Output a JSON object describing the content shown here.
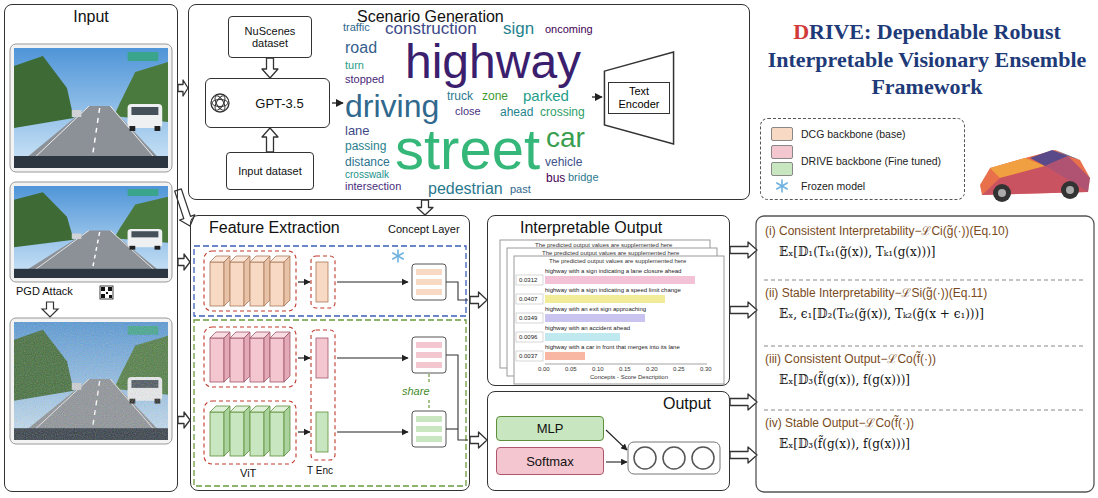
{
  "diagram": {
    "title": "DRIVE: Dependable Robust Interpretable Visionary Ensemble Framework",
    "nodes": [
      {
        "text": [
          "Input"
        ]
      },
      {
        "text": [
          "Scenario Generation"
        ]
      },
      {
        "text": [
          "NuScenes dataset"
        ],
        "in": 1
      },
      {
        "text": [
          "GPT-3.5"
        ],
        "in": 1
      },
      {
        "text": [
          "Input dataset"
        ],
        "in": 1
      },
      {
        "text": [
          "Text Encoder"
        ],
        "in": 1
      },
      {
        "text": [
          "Feature Extraction"
        ]
      },
      {
        "text": [
          "Interpretable Output"
        ]
      },
      {
        "text": [
          "Output"
        ]
      },
      {
        "text": [
          "MLP"
        ],
        "in": 8
      },
      {
        "text": [
          "Softmax"
        ],
        "in": 8
      },
      {
        "text": [
          "(i) Consistent Interpretability−ℒCi(g̃(·))(Eq.10)",
          "𝔼ₓ[𝔻₁(Tₖ₁(g̃(x)), Tₖ₁(g(x)))]"
        ]
      },
      {
        "text": [
          "(ii) Stable Interpretability−ℒSi(g̃(·))(Eq.11)",
          "𝔼ₓ, ϵ₁[𝔻₂(Tₖ₂(g̃(x)), Tₖ₂(g̃(x + ϵ₁)))]"
        ]
      },
      {
        "text": [
          "(iii) Consistent Output−ℒCo(f̃(·))",
          "𝔼ₓ[𝔻₃(f̃(g(x)), f(g(x)))]"
        ]
      },
      {
        "text": [
          "(iv) Stable Output−ℒCo(f̃(·))",
          "𝔼ₓ[𝔻₃(f̃(g(x)), f(g(x)))]"
        ]
      }
    ],
    "edges": [
      {
        "from": 0,
        "to": 1,
        "arrow": "to"
      },
      {
        "from": 0,
        "to": 6,
        "arrow": "to"
      },
      {
        "from": 0,
        "to": 6,
        "arrow": "to"
      },
      {
        "from": 0,
        "to": 6,
        "arrow": "to"
      },
      {
        "from": 2,
        "to": 3,
        "arrow": "to"
      },
      {
        "from": 4,
        "to": 3,
        "arrow": "to"
      },
      {
        "from": 1,
        "to": 6,
        "arrow": "to"
      },
      {
        "from": 6,
        "to": 7,
        "arrow": "to"
      },
      {
        "from": 6,
        "to": 8,
        "arrow": "to"
      },
      {
        "from": 7,
        "to": 11,
        "arrow": "to"
      },
      {
        "from": 7,
        "to": 12,
        "arrow": "to"
      },
      {
        "from": 8,
        "to": 13,
        "arrow": "to"
      },
      {
        "from": 8,
        "to": 14,
        "arrow": "to"
      }
    ],
    "labels": [
      "Concept Layer",
      "ViT",
      "T Enc",
      "share",
      "PGD Attack",
      "construction",
      "sign",
      "oncoming",
      "traffic",
      "road",
      "turn",
      "stopped",
      "highway",
      "driving",
      "truck",
      "zone",
      "parked",
      "close",
      "ahead",
      "crossing",
      "lane",
      "street",
      "car",
      "passing",
      "distance",
      "vehicle",
      "crosswalk",
      "bus",
      "bridge",
      "intersection",
      "pedestrian",
      "past",
      "The predicted output values are supplemented here",
      "The predicted output values are supplemented here",
      "The predicted output values are supplemented here",
      "highway with a sign indicating a lane closure ahead",
      "0.0312",
      "highway with a sign indicating a speed limit change",
      "0.0407",
      "highway with an exit sign approaching",
      "0.0349",
      "highway with an accident ahead",
      "0.0096",
      "highway with a car in front that merges into its lane",
      "0.0037",
      "0.00",
      "0.05",
      "0.10",
      "0.15",
      "0.20",
      "0.25",
      "0.30",
      "Concepts - Score Description"
    ],
    "legend": [
      {
        "text": "DCG backbone (base)",
        "color": "#f8d9c3"
      },
      {
        "text": "DRIVE backbone (Fine tuned)",
        "color": "#f4c6d0"
      },
      {
        "text": "Frozen model"
      }
    ]
  }
}
